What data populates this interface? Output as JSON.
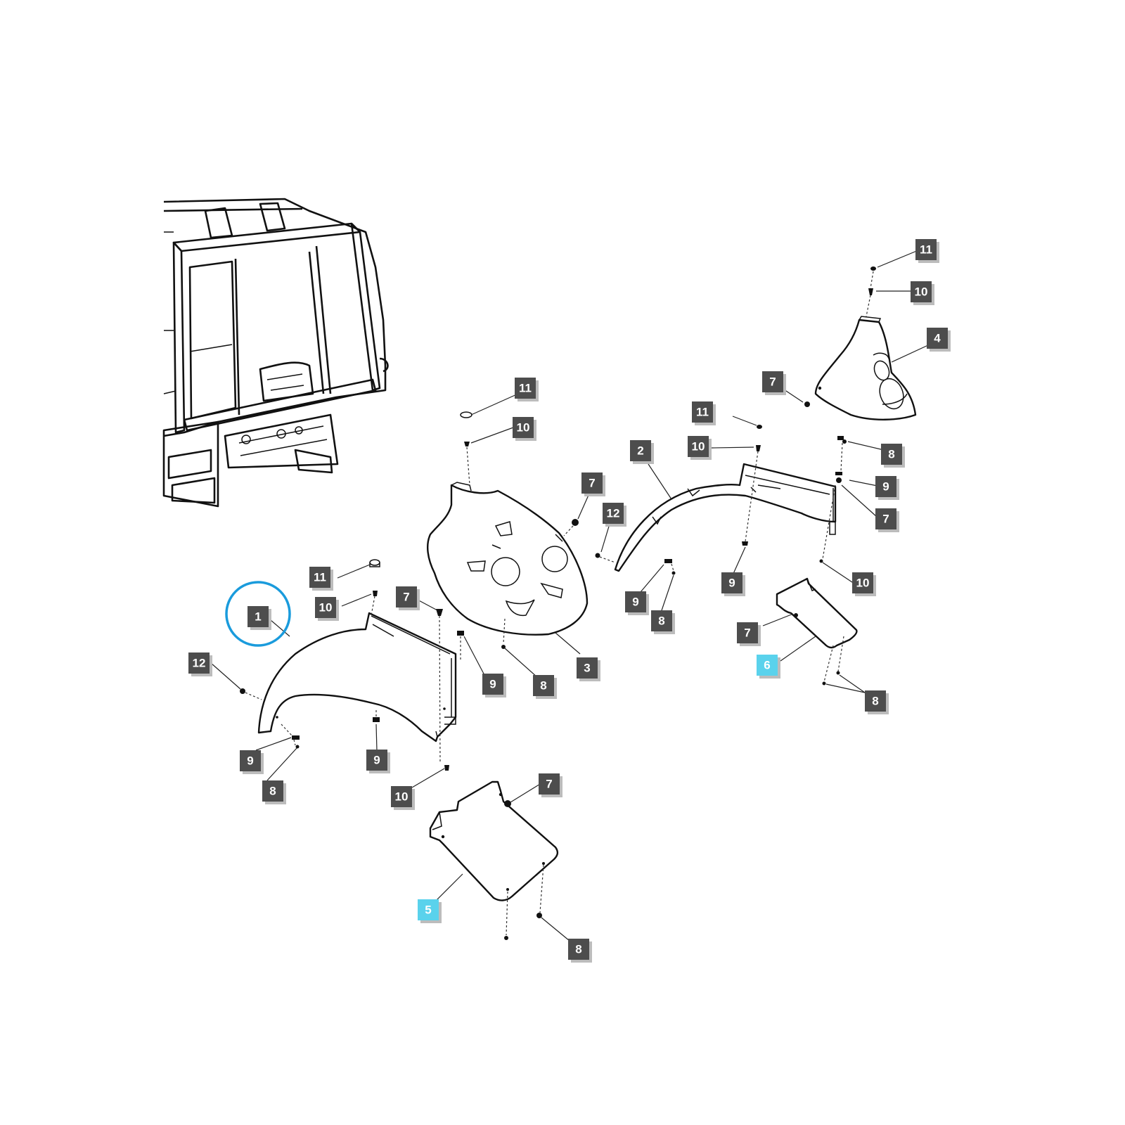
{
  "diagram": {
    "callouts": [
      {
        "id": "c-11-a",
        "label": "11",
        "highlighted": false
      },
      {
        "id": "c-10-a",
        "label": "10",
        "highlighted": false
      },
      {
        "id": "c-4",
        "label": "4",
        "highlighted": false
      },
      {
        "id": "c-7-a",
        "label": "7",
        "highlighted": false
      },
      {
        "id": "c-8-a",
        "label": "8",
        "highlighted": false
      },
      {
        "id": "c-9-a",
        "label": "9",
        "highlighted": false
      },
      {
        "id": "c-7-b",
        "label": "7",
        "highlighted": false
      },
      {
        "id": "c-11-b",
        "label": "11",
        "highlighted": false
      },
      {
        "id": "c-10-b",
        "label": "10",
        "highlighted": false
      },
      {
        "id": "c-2",
        "label": "2",
        "highlighted": false
      },
      {
        "id": "c-9-b",
        "label": "9",
        "highlighted": false
      },
      {
        "id": "c-10-c",
        "label": "10",
        "highlighted": false
      },
      {
        "id": "c-7-c",
        "label": "7",
        "highlighted": false
      },
      {
        "id": "c-6",
        "label": "6",
        "highlighted": true
      },
      {
        "id": "c-8-b",
        "label": "8",
        "highlighted": false
      },
      {
        "id": "c-11-c",
        "label": "11",
        "highlighted": false
      },
      {
        "id": "c-10-d",
        "label": "10",
        "highlighted": false
      },
      {
        "id": "c-7-d",
        "label": "7",
        "highlighted": false
      },
      {
        "id": "c-12-a",
        "label": "12",
        "highlighted": false
      },
      {
        "id": "c-9-c",
        "label": "9",
        "highlighted": false
      },
      {
        "id": "c-8-c",
        "label": "8",
        "highlighted": false
      },
      {
        "id": "c-3",
        "label": "3",
        "highlighted": false
      },
      {
        "id": "c-8-d",
        "label": "8",
        "highlighted": false
      },
      {
        "id": "c-11-d",
        "label": "11",
        "highlighted": false
      },
      {
        "id": "c-10-e",
        "label": "10",
        "highlighted": false
      },
      {
        "id": "c-7-e",
        "label": "7",
        "highlighted": false
      },
      {
        "id": "c-1",
        "label": "1",
        "highlighted": false
      },
      {
        "id": "c-12-b",
        "label": "12",
        "highlighted": false
      },
      {
        "id": "c-9-d",
        "label": "9",
        "highlighted": false
      },
      {
        "id": "c-9-e",
        "label": "9",
        "highlighted": false
      },
      {
        "id": "c-8-e",
        "label": "8",
        "highlighted": false
      },
      {
        "id": "c-9-f",
        "label": "9",
        "highlighted": false
      },
      {
        "id": "c-10-f",
        "label": "10",
        "highlighted": false
      },
      {
        "id": "c-7-f",
        "label": "7",
        "highlighted": false
      },
      {
        "id": "c-5",
        "label": "5",
        "highlighted": true
      },
      {
        "id": "c-8-f",
        "label": "8",
        "highlighted": false
      }
    ],
    "selected_part": "1",
    "colors": {
      "callout": "#4d4d4d",
      "callout_highlight": "#5ad2ec",
      "selection_ring": "#1a9bdc",
      "line": "#111111"
    }
  }
}
